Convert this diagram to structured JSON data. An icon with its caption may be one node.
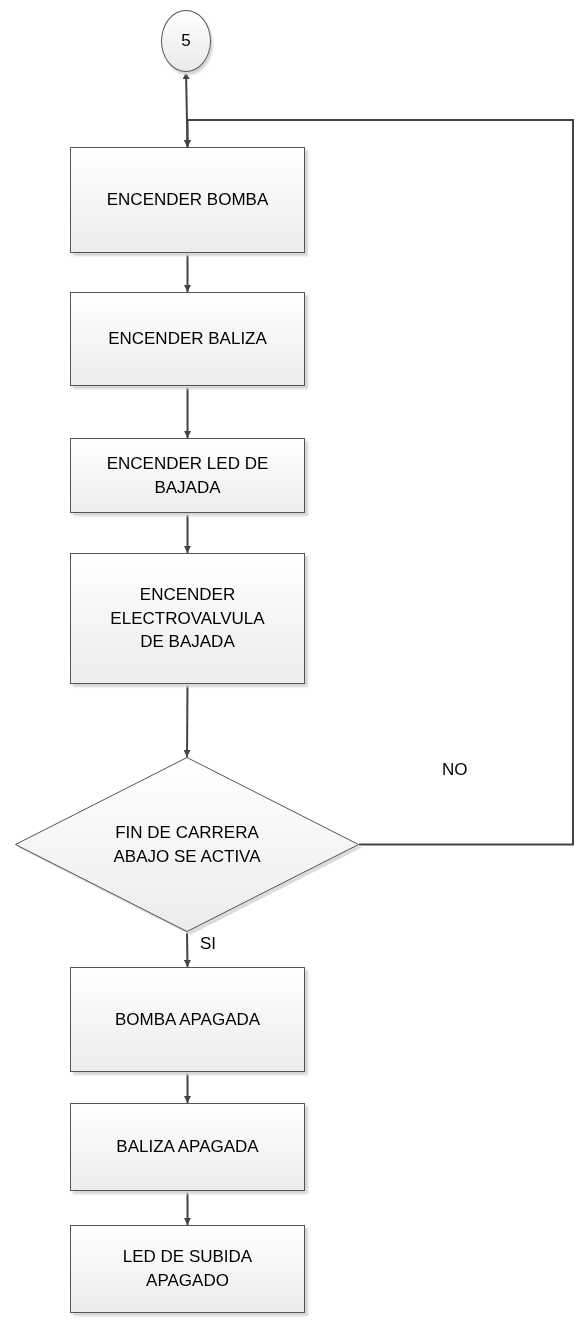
{
  "diagram": {
    "nodes": [
      {
        "text": [
          "5"
        ]
      },
      {
        "text": [
          "ENCENDER BOMBA"
        ]
      },
      {
        "text": [
          "ENCENDER BALIZA"
        ]
      },
      {
        "text": [
          "ENCENDER LED DE BAJADA"
        ]
      },
      {
        "text": [
          "ENCENDER ELECTROVALVULA DE BAJADA"
        ]
      },
      {
        "text": [
          "FIN DE CARRERA ABAJO SE ACTIVA"
        ]
      },
      {
        "text": [
          "BOMBA APAGADA"
        ]
      },
      {
        "text": [
          "BALIZA APAGADA"
        ]
      },
      {
        "text": [
          "LED DE SUBIDA APAGADO"
        ]
      }
    ],
    "edges": [
      {
        "from": 0,
        "to": 1,
        "arrow": "both"
      },
      {
        "from": 1,
        "to": 2,
        "arrow": "to"
      },
      {
        "from": 2,
        "to": 3,
        "arrow": "to"
      },
      {
        "from": 3,
        "to": 4,
        "arrow": "to"
      },
      {
        "from": 4,
        "to": 5,
        "arrow": "to"
      },
      {
        "from": 5,
        "to": 1,
        "arrow": "to",
        "label": "NO"
      },
      {
        "from": 5,
        "to": 6,
        "arrow": "to",
        "label": "SI"
      },
      {
        "from": 6,
        "to": 7,
        "arrow": "to"
      },
      {
        "from": 7,
        "to": 8,
        "arrow": "to"
      }
    ]
  }
}
